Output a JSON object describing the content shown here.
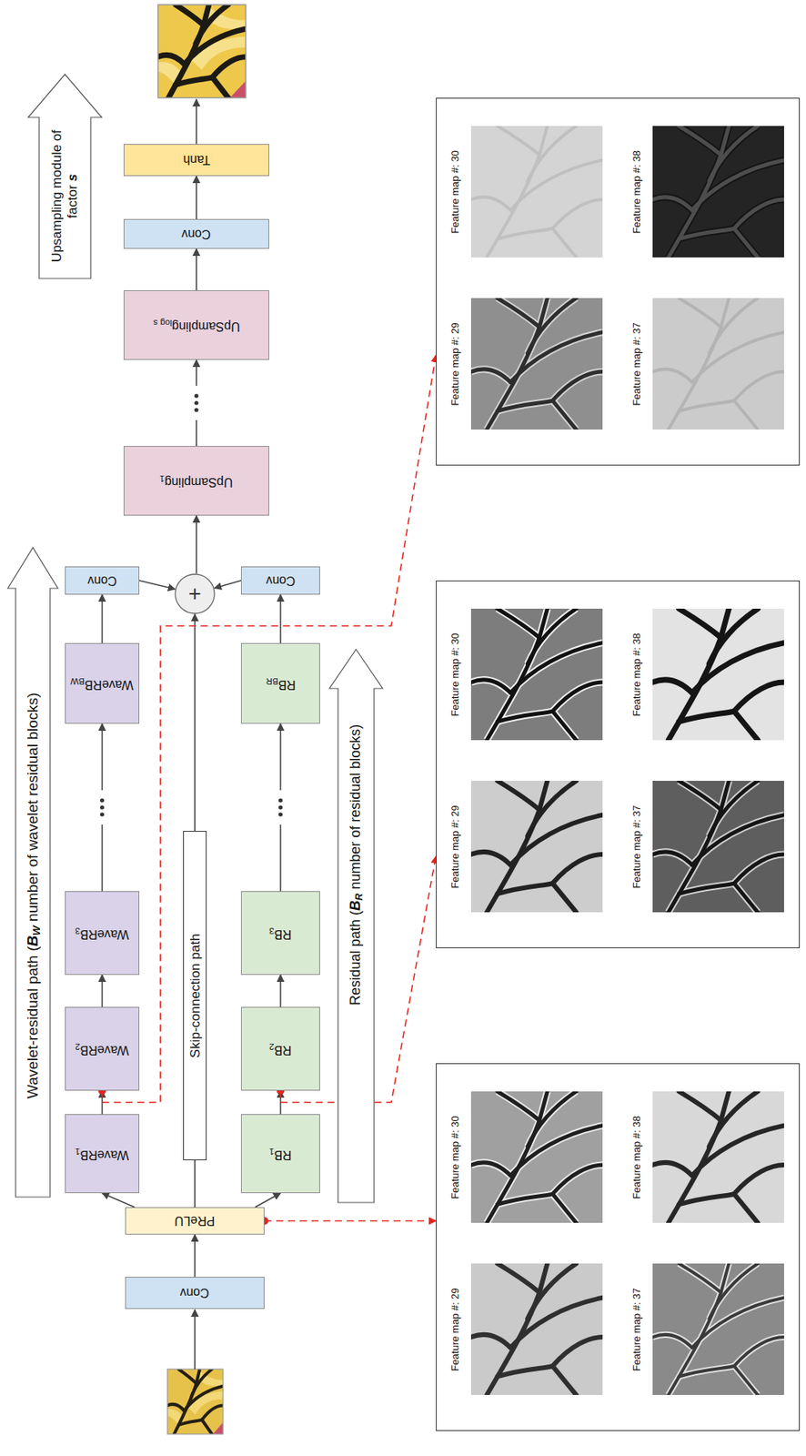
{
  "diagram": {
    "nodes": [
      {
        "text": [
          "Conv"
        ]
      },
      {
        "text": [
          "PReLU"
        ]
      },
      {
        "text": [
          "Wavelet-residual path (BW number of wavelet residual blocks)"
        ]
      },
      {
        "text": [
          "WaveRB1"
        ]
      },
      {
        "text": [
          "WaveRB2"
        ]
      },
      {
        "text": [
          "WaveRB3"
        ]
      },
      {
        "text": [
          "WaveRBBW"
        ]
      },
      {
        "text": [
          "Conv"
        ]
      },
      {
        "text": [
          "Skip-connection path"
        ]
      },
      {
        "text": [
          "Residual path (BR number of residual blocks)"
        ]
      },
      {
        "text": [
          "RB1"
        ]
      },
      {
        "text": [
          "RB2"
        ]
      },
      {
        "text": [
          "RB3"
        ]
      },
      {
        "text": [
          "RBBR"
        ]
      },
      {
        "text": [
          "Conv"
        ]
      },
      {
        "text": [
          "+"
        ]
      },
      {
        "text": [
          "UpSampling1"
        ]
      },
      {
        "text": [
          "UpSamplinglog s"
        ]
      },
      {
        "text": [
          "Upsampling module of factor s"
        ]
      },
      {
        "text": [
          "Conv"
        ]
      },
      {
        "text": [
          "Tanh"
        ]
      },
      {
        "text": [
          "Feature map #: 30",
          "Feature map #: 38",
          "Feature map #: 29",
          "Feature map #: 37"
        ]
      },
      {
        "text": [
          "Feature map #: 30",
          "Feature map #: 38",
          "Feature map #: 29",
          "Feature map #: 37"
        ]
      },
      {
        "text": [
          "Feature map #: 30",
          "Feature map #: 38",
          "Feature map #: 29",
          "Feature map #: 37"
        ]
      }
    ],
    "edges": [
      {
        "from": 0,
        "to": 1,
        "arrow": "to"
      },
      {
        "from": 1,
        "to": 3,
        "arrow": "to"
      },
      {
        "from": 1,
        "to": 10,
        "arrow": "to"
      },
      {
        "from": 1,
        "to": 8,
        "arrow": "none"
      },
      {
        "from": 8,
        "to": 15,
        "arrow": "to"
      },
      {
        "from": 3,
        "to": 4,
        "arrow": "to"
      },
      {
        "from": 4,
        "to": 5,
        "arrow": "to"
      },
      {
        "from": 5,
        "to": 6,
        "arrow": "to"
      },
      {
        "from": 6,
        "to": 7,
        "arrow": "to"
      },
      {
        "from": 7,
        "to": 15,
        "arrow": "to"
      },
      {
        "from": 10,
        "to": 11,
        "arrow": "to"
      },
      {
        "from": 11,
        "to": 12,
        "arrow": "to"
      },
      {
        "from": 12,
        "to": 13,
        "arrow": "to"
      },
      {
        "from": 13,
        "to": 14,
        "arrow": "to"
      },
      {
        "from": 14,
        "to": 15,
        "arrow": "to"
      },
      {
        "from": 15,
        "to": 16,
        "arrow": "to"
      },
      {
        "from": 16,
        "to": 17,
        "arrow": "to"
      },
      {
        "from": 17,
        "to": 19,
        "arrow": "to"
      },
      {
        "from": 19,
        "to": 20,
        "arrow": "to"
      },
      {
        "from": 4,
        "to": 21,
        "arrow": "to"
      },
      {
        "from": 11,
        "to": 22,
        "arrow": "to"
      },
      {
        "from": 1,
        "to": 23,
        "arrow": "to"
      }
    ]
  }
}
